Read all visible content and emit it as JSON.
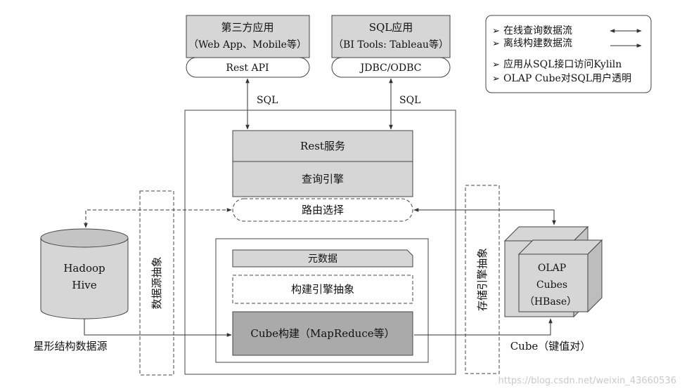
{
  "apps": {
    "third_party": {
      "title": "第三方应用",
      "subtitle": "（Web App、Mobile等）",
      "interface": "Rest API",
      "protocol": "SQL"
    },
    "sql_app": {
      "title": "SQL应用",
      "subtitle": "（BI Tools: Tableau等）",
      "interface": "JDBC/ODBC",
      "protocol": "SQL"
    }
  },
  "legend": {
    "online_flow": "在线查询数据流",
    "offline_flow": "离线构建数据流",
    "note1": "应用从SQL接口访问Kyliln",
    "note2": "OLAP Cube对SQL用户透明"
  },
  "core": {
    "rest_service": "Rest服务",
    "query_engine": "查询引擎",
    "routing": "路由选择",
    "metadata": "元数据",
    "build_engine_abstraction": "构建引擎抽象",
    "cube_build": "Cube构建（MapReduce等）"
  },
  "side": {
    "datasource_abstraction": "数据源抽象",
    "storage_abstraction": "存储引擎抽象"
  },
  "source": {
    "line1": "Hadoop",
    "line2": "Hive",
    "caption": "星形结构数据源"
  },
  "cubes": {
    "line1": "OLAP",
    "line2": "Cubes",
    "line3": "（HBase）",
    "caption": "Cube（键值对）"
  },
  "watermark": "https://blog.csdn.net/weixin_43660536",
  "colors": {
    "box_gray": "#d6d6d6",
    "box_dark": "#aaaaaa",
    "line": "#333333"
  }
}
